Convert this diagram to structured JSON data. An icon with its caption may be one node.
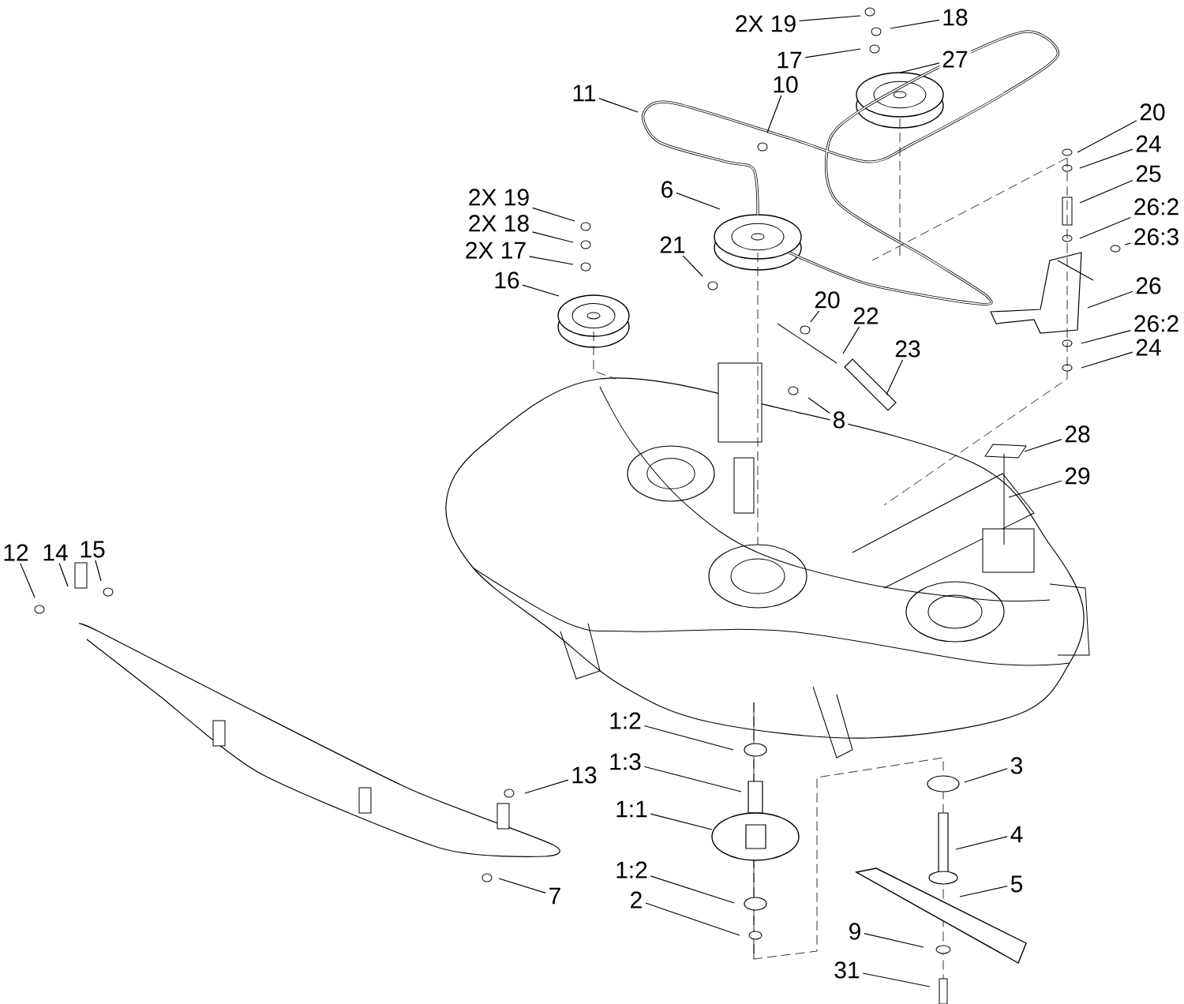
{
  "diagram": {
    "nodes": [
      {
        "text": [
          "2X 19"
        ]
      },
      {
        "text": [
          "18"
        ]
      },
      {
        "text": [
          "17"
        ]
      },
      {
        "text": [
          "27"
        ]
      },
      {
        "text": [
          "10"
        ]
      },
      {
        "text": [
          "11"
        ]
      },
      {
        "text": [
          "20"
        ]
      },
      {
        "text": [
          "24"
        ]
      },
      {
        "text": [
          "25"
        ]
      },
      {
        "text": [
          "26:2"
        ]
      },
      {
        "text": [
          "26:3"
        ]
      },
      {
        "text": [
          "6"
        ]
      },
      {
        "text": [
          "2X 19"
        ]
      },
      {
        "text": [
          "2X 18"
        ]
      },
      {
        "text": [
          "2X 17"
        ]
      },
      {
        "text": [
          "21"
        ]
      },
      {
        "text": [
          "16"
        ]
      },
      {
        "text": [
          "26"
        ]
      },
      {
        "text": [
          "20"
        ]
      },
      {
        "text": [
          "22"
        ]
      },
      {
        "text": [
          "26:2"
        ]
      },
      {
        "text": [
          "24"
        ]
      },
      {
        "text": [
          "23"
        ]
      },
      {
        "text": [
          "8"
        ]
      },
      {
        "text": [
          "28"
        ]
      },
      {
        "text": [
          "29"
        ]
      },
      {
        "text": [
          "12"
        ]
      },
      {
        "text": [
          "14"
        ]
      },
      {
        "text": [
          "15"
        ]
      },
      {
        "text": [
          "1:2"
        ]
      },
      {
        "text": [
          "3"
        ]
      },
      {
        "text": [
          "1:3"
        ]
      },
      {
        "text": [
          "13"
        ]
      },
      {
        "text": [
          "1:1"
        ]
      },
      {
        "text": [
          "4"
        ]
      },
      {
        "text": [
          "1:2"
        ]
      },
      {
        "text": [
          "5"
        ]
      },
      {
        "text": [
          "2"
        ]
      },
      {
        "text": [
          "7"
        ]
      },
      {
        "text": [
          "9"
        ]
      },
      {
        "text": [
          "31"
        ]
      }
    ],
    "edges": [
      {
        "from": 0,
        "to": null,
        "arrow": "none"
      },
      {
        "from": 1,
        "to": null,
        "arrow": "none"
      },
      {
        "from": 2,
        "to": null,
        "arrow": "none"
      },
      {
        "from": 3,
        "to": null,
        "arrow": "none"
      },
      {
        "from": 4,
        "to": null,
        "arrow": "none"
      },
      {
        "from": 5,
        "to": null,
        "arrow": "none"
      },
      {
        "from": 6,
        "to": null,
        "arrow": "none"
      },
      {
        "from": 7,
        "to": null,
        "arrow": "none"
      },
      {
        "from": 8,
        "to": null,
        "arrow": "none"
      },
      {
        "from": 9,
        "to": null,
        "arrow": "none"
      },
      {
        "from": 10,
        "to": null,
        "arrow": "none"
      },
      {
        "from": 11,
        "to": null,
        "arrow": "none"
      },
      {
        "from": 12,
        "to": null,
        "arrow": "none"
      },
      {
        "from": 13,
        "to": null,
        "arrow": "none"
      },
      {
        "from": 14,
        "to": null,
        "arrow": "none"
      },
      {
        "from": 15,
        "to": null,
        "arrow": "none"
      },
      {
        "from": 16,
        "to": null,
        "arrow": "none"
      },
      {
        "from": 17,
        "to": null,
        "arrow": "none"
      },
      {
        "from": 18,
        "to": null,
        "arrow": "none"
      },
      {
        "from": 19,
        "to": null,
        "arrow": "none"
      },
      {
        "from": 20,
        "to": null,
        "arrow": "none"
      },
      {
        "from": 21,
        "to": null,
        "arrow": "none"
      },
      {
        "from": 22,
        "to": null,
        "arrow": "none"
      },
      {
        "from": 23,
        "to": null,
        "arrow": "none"
      },
      {
        "from": 24,
        "to": null,
        "arrow": "none"
      },
      {
        "from": 25,
        "to": null,
        "arrow": "none"
      },
      {
        "from": 26,
        "to": null,
        "arrow": "none"
      },
      {
        "from": 27,
        "to": null,
        "arrow": "none"
      },
      {
        "from": 28,
        "to": null,
        "arrow": "none"
      },
      {
        "from": 29,
        "to": null,
        "arrow": "none"
      },
      {
        "from": 30,
        "to": null,
        "arrow": "none"
      },
      {
        "from": 31,
        "to": null,
        "arrow": "none"
      },
      {
        "from": 32,
        "to": null,
        "arrow": "none"
      },
      {
        "from": 33,
        "to": null,
        "arrow": "none"
      },
      {
        "from": 34,
        "to": null,
        "arrow": "none"
      },
      {
        "from": 35,
        "to": null,
        "arrow": "none"
      },
      {
        "from": 36,
        "to": null,
        "arrow": "none"
      },
      {
        "from": 37,
        "to": null,
        "arrow": "none"
      },
      {
        "from": 38,
        "to": null,
        "arrow": "none"
      },
      {
        "from": 39,
        "to": null,
        "arrow": "none"
      },
      {
        "from": 40,
        "to": null,
        "arrow": "none"
      }
    ]
  }
}
